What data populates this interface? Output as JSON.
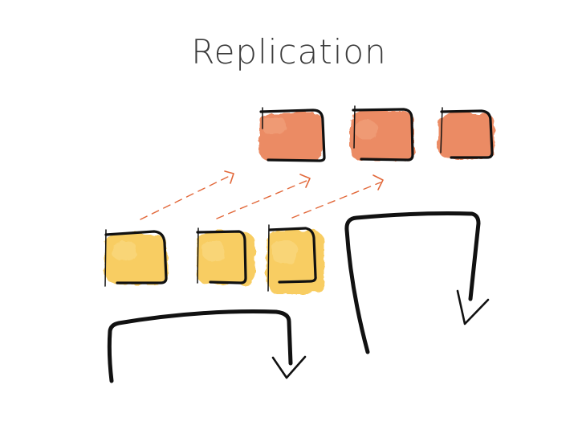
{
  "slide": {
    "title": "Replication"
  },
  "diagram": {
    "colors": {
      "replica": "#e8774a",
      "replica_light": "#f2a47f",
      "source": "#f7c546",
      "source_light": "#fbdb86",
      "arrow_dashed": "#e2683a",
      "stroke": "#111111"
    },
    "source_block_count": 3,
    "replica_block_count": 3
  }
}
